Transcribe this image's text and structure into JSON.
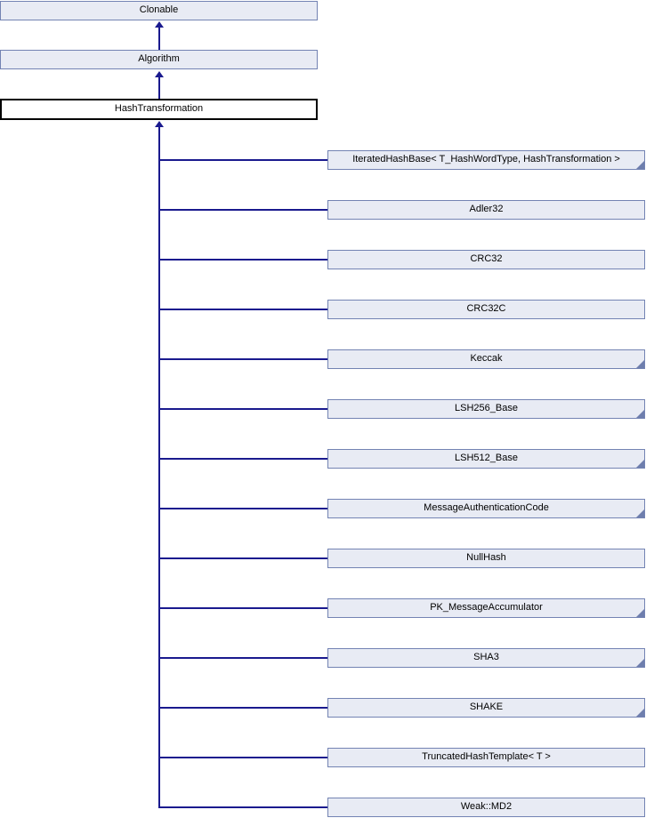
{
  "diagram": {
    "type": "class-inheritance-graph",
    "base_chain": [
      {
        "label": "Clonable"
      },
      {
        "label": "Algorithm"
      }
    ],
    "focus": {
      "label": "HashTransformation"
    },
    "derived": [
      {
        "label": "IteratedHashBase< T_HashWordType, HashTransformation >",
        "truncated": true
      },
      {
        "label": "Adler32",
        "truncated": false
      },
      {
        "label": "CRC32",
        "truncated": false
      },
      {
        "label": "CRC32C",
        "truncated": false
      },
      {
        "label": "Keccak",
        "truncated": true
      },
      {
        "label": "LSH256_Base",
        "truncated": true
      },
      {
        "label": "LSH512_Base",
        "truncated": true
      },
      {
        "label": "MessageAuthenticationCode",
        "truncated": true
      },
      {
        "label": "NullHash",
        "truncated": false
      },
      {
        "label": "PK_MessageAccumulator",
        "truncated": true
      },
      {
        "label": "SHA3",
        "truncated": true
      },
      {
        "label": "SHAKE",
        "truncated": true
      },
      {
        "label": "TruncatedHashTemplate< T >",
        "truncated": false
      },
      {
        "label": "Weak::MD2",
        "truncated": false
      }
    ],
    "colors": {
      "node_fill": "#e8ebf4",
      "node_border": "#7383b3",
      "focus_fill": "#ffffff",
      "focus_border": "#000000",
      "edge": "#1a1a8e",
      "fold": "#6e7ead",
      "text": "#000000",
      "background": "#ffffff"
    }
  }
}
